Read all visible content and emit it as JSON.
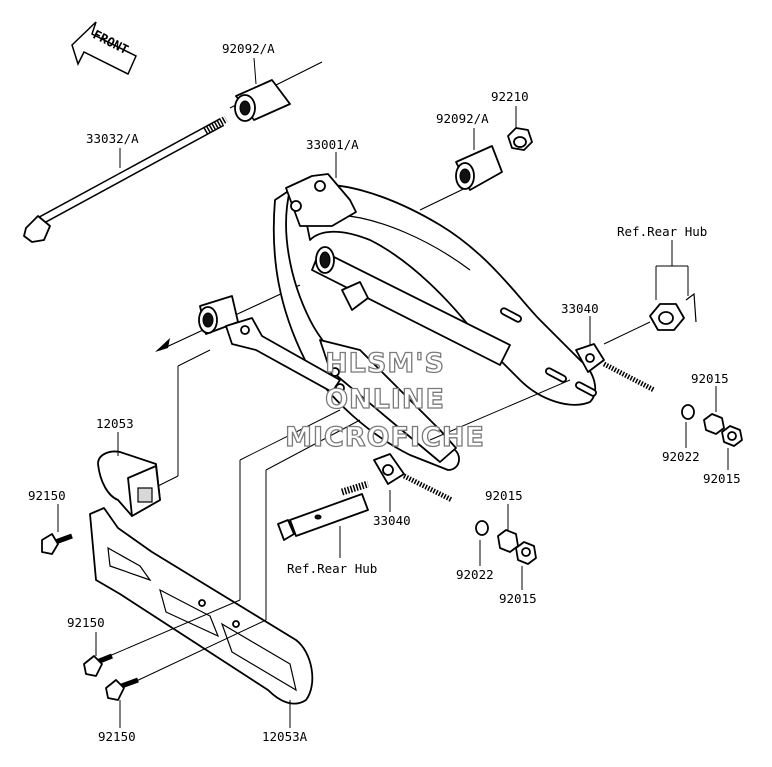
{
  "front_label": "FRONT",
  "watermark": [
    "HLSM'S",
    "ONLINE",
    "MICROFICHE"
  ],
  "callouts": [
    {
      "id": "c1",
      "text": "92092/A"
    },
    {
      "id": "c2",
      "text": "33032/A"
    },
    {
      "id": "c3",
      "text": "92210"
    },
    {
      "id": "c4",
      "text": "92092/A"
    },
    {
      "id": "c5",
      "text": "33001/A"
    },
    {
      "id": "c6",
      "text": "Ref.Rear Hub"
    },
    {
      "id": "c7",
      "text": "33040"
    },
    {
      "id": "c8",
      "text": "92015"
    },
    {
      "id": "c9",
      "text": "92022"
    },
    {
      "id": "c10",
      "text": "92015"
    },
    {
      "id": "c11",
      "text": "12053"
    },
    {
      "id": "c12",
      "text": "92150"
    },
    {
      "id": "c13",
      "text": "33040"
    },
    {
      "id": "c14",
      "text": "92015"
    },
    {
      "id": "c15",
      "text": "92022"
    },
    {
      "id": "c16",
      "text": "92015"
    },
    {
      "id": "c17",
      "text": "Ref.Rear Hub"
    },
    {
      "id": "c18",
      "text": "92150"
    },
    {
      "id": "c19",
      "text": "92150"
    },
    {
      "id": "c20",
      "text": "12053A"
    }
  ]
}
